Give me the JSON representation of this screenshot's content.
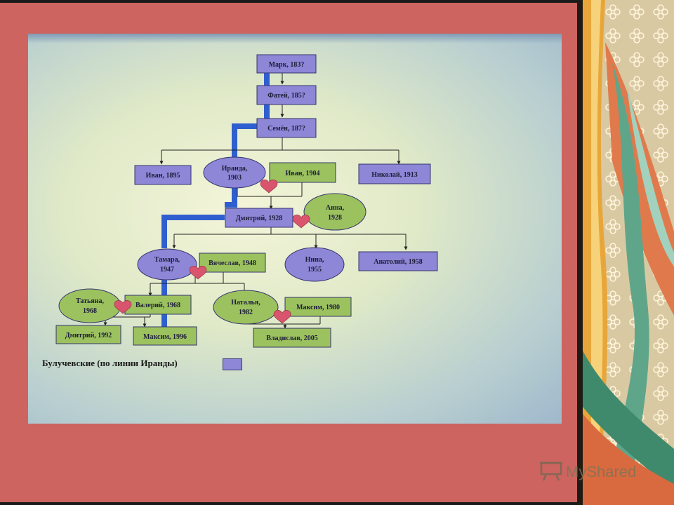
{
  "diagram": {
    "nodes": {
      "mark": "Марк, 183?",
      "fatey": "Фатей, 185?",
      "semyon": "Семён, 187?",
      "ivan1895": "Иван, 1895",
      "iranda": [
        "Иранда,",
        "1903"
      ],
      "ivan1904": "Иван, 1904",
      "nikolay": "Николай, 1913",
      "dmitriy1928": "Дмитрий, 1928",
      "anna": [
        "Анна,",
        "1928"
      ],
      "tamara": [
        "Тамара,",
        "1947"
      ],
      "vyacheslav": "Вячеслав, 1948",
      "nina": [
        "Нина,",
        "1955"
      ],
      "anatoliy": "Анатолий, 1958",
      "tatyana": [
        "Татьяна,",
        "1968"
      ],
      "valeriy": "Валерий, 1968",
      "natalya": [
        "Наталья,",
        "1982"
      ],
      "maksim1980": "Максим, 1980",
      "dmitriy1992": "Дмитрий, 1992",
      "maksim1996": "Максим, 1996",
      "vladislav": "Владислав, 2005"
    },
    "legend": "Булучевские (по линии Иранды)"
  },
  "watermark": "MyShared",
  "colors": {
    "slide_bg": "#cd6460",
    "purple_box": "#8e86d6",
    "green_box": "#9cc25f",
    "lineage_bar": "#2f5fcf",
    "heart": "#d9556d"
  }
}
